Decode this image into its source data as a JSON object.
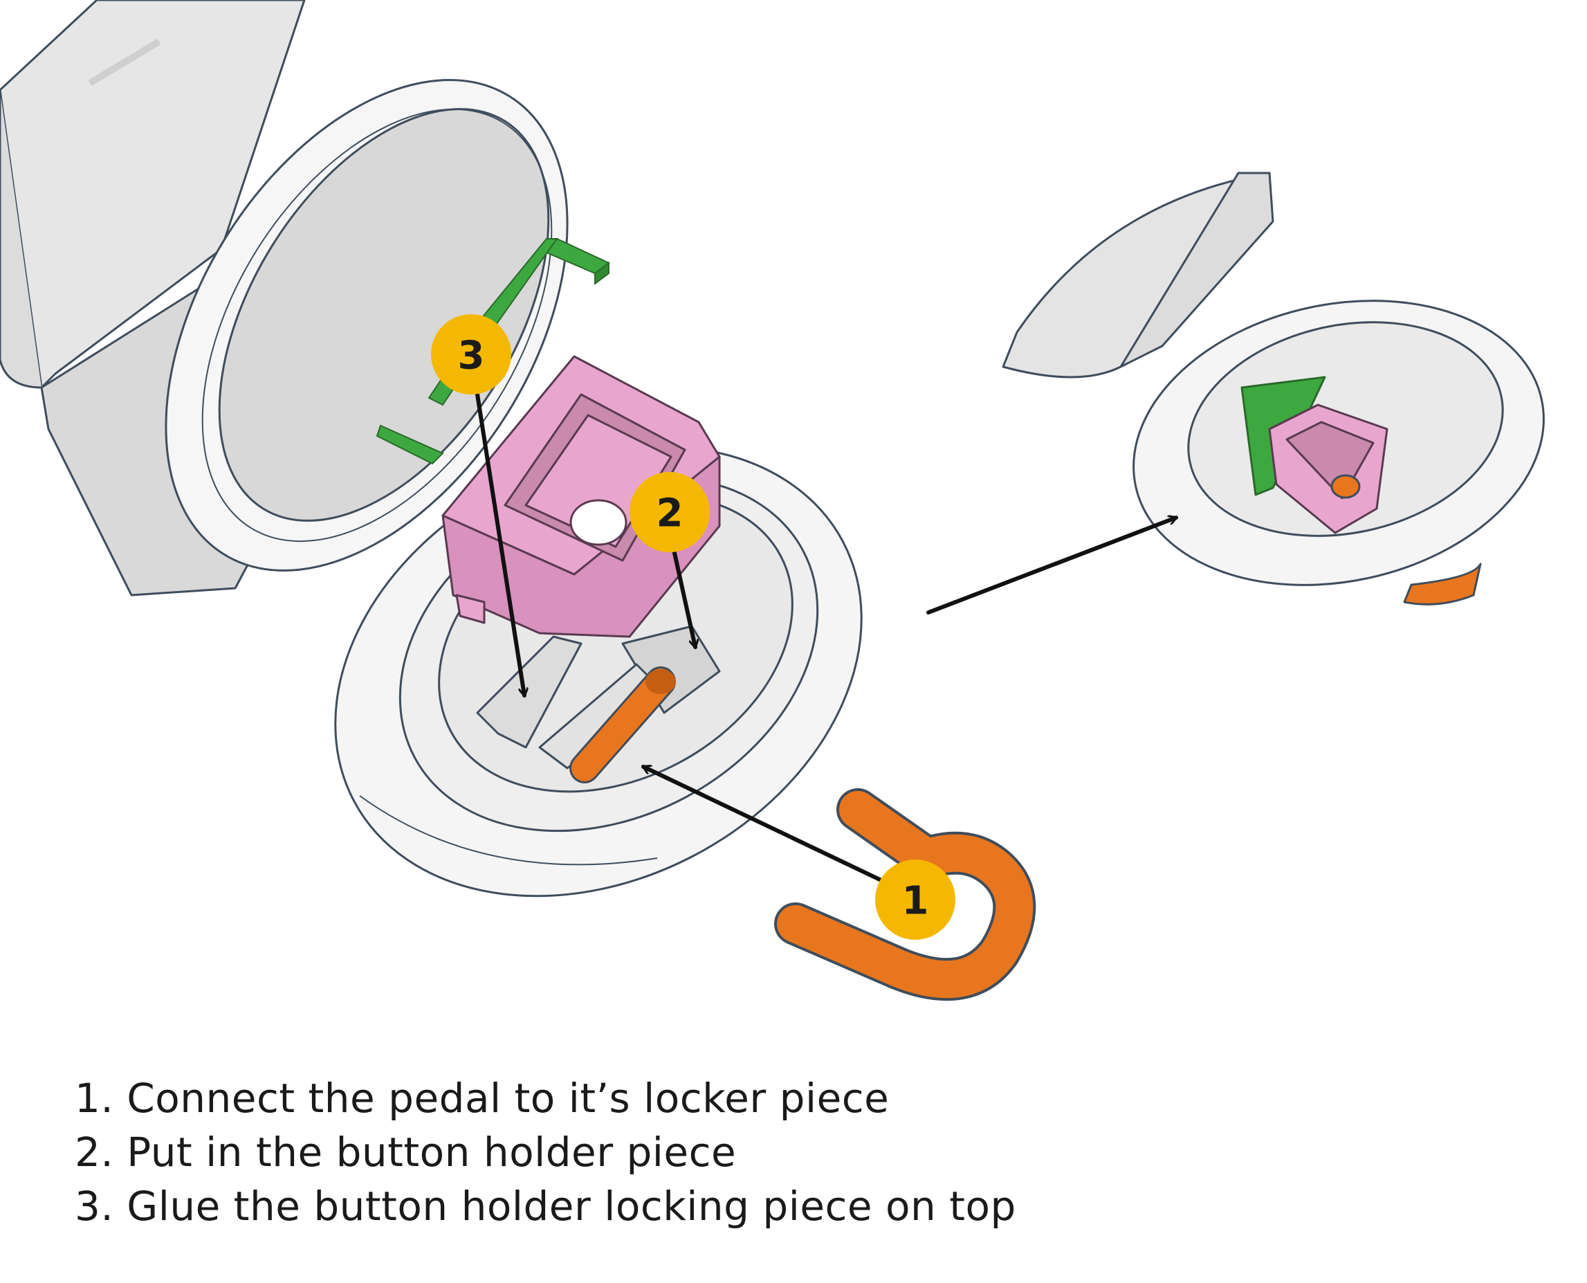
{
  "steps": [
    {
      "number": "1.",
      "text": "Connect the pedal to it’s locker piece"
    },
    {
      "number": "2.",
      "text": "Put in the button holder piece"
    },
    {
      "number": "3.",
      "text": "Glue the button holder locking piece on top"
    }
  ],
  "badges": [
    {
      "label": "1"
    },
    {
      "label": "2"
    },
    {
      "label": "3"
    }
  ],
  "colors": {
    "badge": "#F5B800",
    "pedal": "#E8761E",
    "button_holder": "#E8A6CF",
    "locking_piece": "#3DA83F",
    "toilet_body": "#F3F3F3",
    "outline": "#3F4D5C",
    "arrow": "#111111"
  }
}
